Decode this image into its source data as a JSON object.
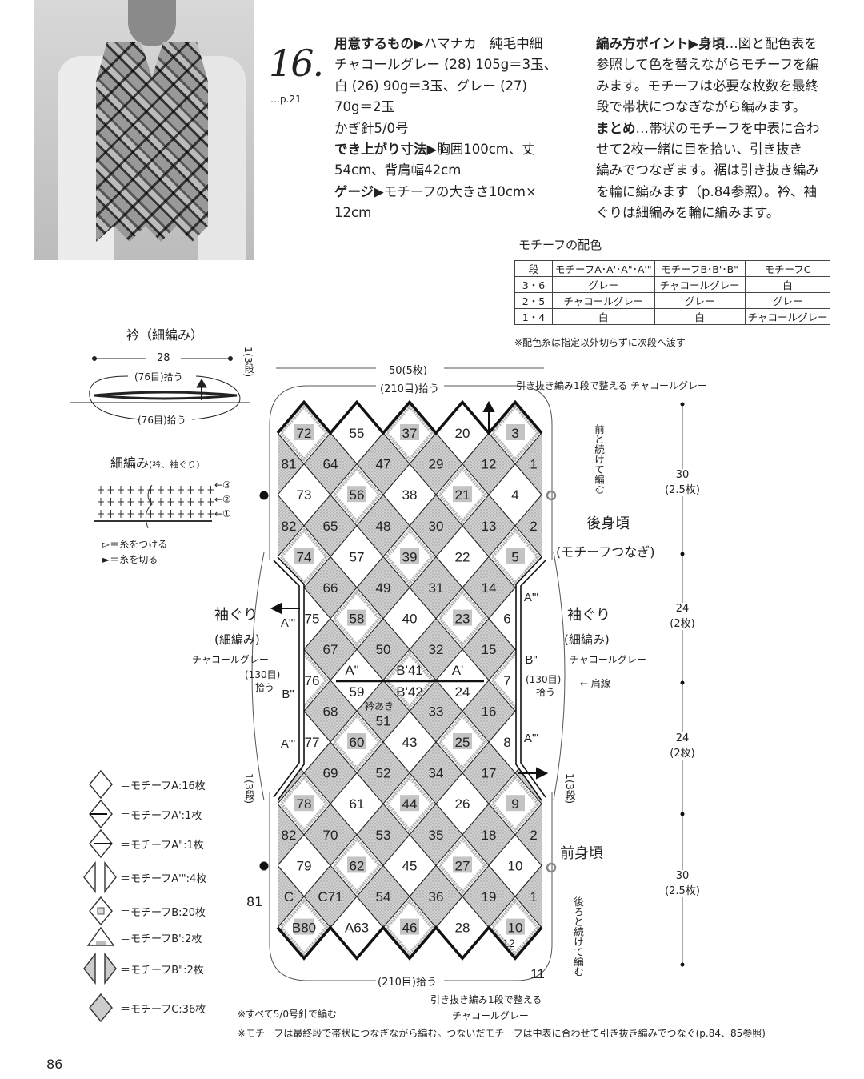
{
  "pattern": {
    "number": "16.",
    "page_ref": "…p.21",
    "materials": [
      {
        "bold": "用意するもの▶",
        "text": "ハマナカ　純毛中細"
      },
      {
        "bold": "",
        "text": "チャコールグレー (28) 105g＝3玉、"
      },
      {
        "bold": "",
        "text": "白 (26) 90g＝3玉、グレー (27)"
      },
      {
        "bold": "",
        "text": "70g＝2玉"
      },
      {
        "bold": "",
        "text": "かぎ針5/0号"
      },
      {
        "bold": "でき上がり寸法▶",
        "text": "胸囲100cm、丈"
      },
      {
        "bold": "",
        "text": "54cm、背肩幅42cm"
      },
      {
        "bold": "ゲージ▶",
        "text": "モチーフの大きさ10cm×"
      },
      {
        "bold": "",
        "text": "12cm"
      }
    ],
    "instructions": [
      {
        "bold": "編み方ポイント▶身頃",
        "text": "…図と配色表を"
      },
      {
        "bold": "",
        "text": "参照して色を替えながらモチーフを編"
      },
      {
        "bold": "",
        "text": "みます。モチーフは必要な枚数を最終"
      },
      {
        "bold": "",
        "text": "段で帯状につなぎながら編みます。"
      },
      {
        "bold": "まとめ",
        "text": "…帯状のモチーフを中表に合わ"
      },
      {
        "bold": "",
        "text": "せて2枚一緒に目を拾い、引き抜き"
      },
      {
        "bold": "",
        "text": "編みでつなぎます。裾は引き抜き編み"
      },
      {
        "bold": "",
        "text": "を輪に編みます（p.84参照）。衿、袖"
      },
      {
        "bold": "",
        "text": "ぐりは細編みを輪に編みます。"
      }
    ]
  },
  "color_table": {
    "title": "モチーフの配色",
    "headers": [
      "段",
      "モチーフA･A'･A\"･A'\"",
      "モチーフB･B'･B\"",
      "モチーフC"
    ],
    "rows": [
      [
        "3・6",
        "グレー",
        "チャコールグレー",
        "白"
      ],
      [
        "2・5",
        "チャコールグレー",
        "グレー",
        "グレー"
      ],
      [
        "1・4",
        "白",
        "白",
        "チャコールグレー"
      ]
    ],
    "note": "※配色糸は指定以外切らずに次段へ渡す"
  },
  "collar": {
    "title": "衿（細編み）",
    "width": "28",
    "pickup_top": "(76目)拾う",
    "pickup_bottom": "(76目)拾う",
    "rows_label": "1(3段)"
  },
  "stitch_chart": {
    "title": "細編み",
    "subtitle": "(衿、袖ぐり)",
    "row_labels": [
      "←③",
      "←②",
      "←①"
    ],
    "legend": [
      {
        "symbol": "▻",
        "text": "＝糸をつける"
      },
      {
        "symbol": "►",
        "text": "＝糸を切る"
      }
    ]
  },
  "diagram": {
    "width_label": "50(5枚)",
    "top_pickup": "(210目)拾う",
    "bottom_pickup": "(210目)拾う",
    "top_finish": "引き抜き編み1段で整える チャコールグレー",
    "bottom_finish": "引き抜き編み1段で整える",
    "bottom_finish_color": "チャコールグレー",
    "cont_front": "前と続けて編む",
    "cont_back": "後ろと続けて編む",
    "back_label": "後身頃",
    "back_sub": "(モチーフつなぎ)",
    "front_label": "前身頃",
    "armhole_left": {
      "title": "袖ぐり",
      "sub": "(細編み)",
      "color": "チャコールグレー",
      "pickup": "(130目)",
      "pickup2": "拾う"
    },
    "armhole_right": {
      "title": "袖ぐり",
      "sub": "(細編み)",
      "color": "チャコールグレー",
      "pickup": "(130目)",
      "pickup2": "拾う"
    },
    "shoulder_line": "肩線",
    "neck_opening": "衿あき",
    "step_label": "1(3段)",
    "left_81": "81",
    "side_marks": {
      "left": [
        "A'\"",
        "B\"",
        "A'\""
      ],
      "right": [
        "A'\"",
        "B\"",
        "A'\""
      ]
    },
    "neckline": {
      "upper": [
        "A\"",
        "B'41",
        "A'"
      ],
      "lower": [
        "59",
        "B'42",
        "24"
      ]
    },
    "extra_numbers": [
      "12",
      "11"
    ],
    "dimensions": [
      {
        "value": "30",
        "sub": "(2.5枚)"
      },
      {
        "value": "24",
        "sub": "(2枚)"
      },
      {
        "value": "24",
        "sub": "(2枚)"
      },
      {
        "value": "30",
        "sub": "(2.5枚)"
      }
    ],
    "rows": [
      {
        "kind": "full",
        "cells": [
          {
            "n": "72",
            "t": "B"
          },
          {
            "n": "55",
            "t": "A"
          },
          {
            "n": "37",
            "t": "B"
          },
          {
            "n": "20",
            "t": "A"
          },
          {
            "n": "3",
            "t": "B"
          }
        ]
      },
      {
        "kind": "half",
        "cells": [
          "81",
          "64",
          "47",
          "29",
          "12",
          "1"
        ]
      },
      {
        "kind": "full",
        "cells": [
          {
            "n": "73",
            "t": "A"
          },
          {
            "n": "56",
            "t": "B"
          },
          {
            "n": "38",
            "t": "A"
          },
          {
            "n": "21",
            "t": "B"
          },
          {
            "n": "4",
            "t": "A"
          }
        ]
      },
      {
        "kind": "half",
        "cells": [
          "82",
          "65",
          "48",
          "30",
          "13",
          "2"
        ]
      },
      {
        "kind": "full",
        "cells": [
          {
            "n": "74",
            "t": "B"
          },
          {
            "n": "57",
            "t": "A"
          },
          {
            "n": "39",
            "t": "B"
          },
          {
            "n": "22",
            "t": "A"
          },
          {
            "n": "5",
            "t": "B"
          }
        ]
      },
      {
        "kind": "half",
        "cells": [
          null,
          "66",
          "49",
          "31",
          "14",
          null
        ]
      },
      {
        "kind": "full",
        "cells": [
          {
            "n": "75",
            "t": "A"
          },
          {
            "n": "58",
            "t": "B"
          },
          {
            "n": "40",
            "t": "A"
          },
          {
            "n": "23",
            "t": "B"
          },
          {
            "n": "6",
            "t": "A"
          }
        ]
      },
      {
        "kind": "half",
        "cells": [
          null,
          "67",
          "50",
          "32",
          "15",
          null
        ]
      },
      {
        "kind": "full",
        "cells": [
          {
            "n": "76",
            "t": "B"
          },
          {
            "n": "",
            "t": "A"
          },
          {
            "n": "",
            "t": "B"
          },
          {
            "n": "",
            "t": "A"
          },
          {
            "n": "7",
            "t": "B"
          }
        ]
      },
      {
        "kind": "half",
        "cells": [
          null,
          "68",
          "51",
          "33",
          "16",
          null
        ]
      },
      {
        "kind": "full",
        "cells": [
          {
            "n": "77",
            "t": "A"
          },
          {
            "n": "60",
            "t": "B"
          },
          {
            "n": "43",
            "t": "A"
          },
          {
            "n": "25",
            "t": "B"
          },
          {
            "n": "8",
            "t": "A"
          }
        ]
      },
      {
        "kind": "half",
        "cells": [
          null,
          "69",
          "52",
          "34",
          "17",
          null
        ]
      },
      {
        "kind": "full",
        "cells": [
          {
            "n": "78",
            "t": "B"
          },
          {
            "n": "61",
            "t": "A"
          },
          {
            "n": "44",
            "t": "B"
          },
          {
            "n": "26",
            "t": "A"
          },
          {
            "n": "9",
            "t": "B"
          }
        ]
      },
      {
        "kind": "half",
        "cells": [
          "82",
          "70",
          "53",
          "35",
          "18",
          "2"
        ]
      },
      {
        "kind": "full",
        "cells": [
          {
            "n": "79",
            "t": "A"
          },
          {
            "n": "62",
            "t": "B"
          },
          {
            "n": "45",
            "t": "A"
          },
          {
            "n": "27",
            "t": "B"
          },
          {
            "n": "10",
            "t": "A"
          }
        ]
      },
      {
        "kind": "half",
        "cells": [
          "C",
          "C71",
          "54",
          "36",
          "19",
          "1"
        ]
      },
      {
        "kind": "full",
        "cells": [
          {
            "n": "B80",
            "t": "B"
          },
          {
            "n": "A63",
            "t": "A"
          },
          {
            "n": "46",
            "t": "B"
          },
          {
            "n": "28",
            "t": "A"
          },
          {
            "n": "10",
            "t": "B"
          }
        ]
      }
    ],
    "colors": {
      "motif_c": "#c9c9c9",
      "motif_b_ring": "#b5b5b5",
      "line": "#222222"
    }
  },
  "motif_legend": [
    {
      "icon": "diamond-icon",
      "text": "＝モチーフA:16枚"
    },
    {
      "icon": "diamond-hline-upper-icon",
      "text": "＝モチーフA':1枚"
    },
    {
      "icon": "diamond-hline-lower-icon",
      "text": "＝モチーフA\":1枚"
    },
    {
      "icon": "half-diamonds-icon",
      "text": "＝モチーフA'\":4枚"
    },
    {
      "icon": "diamond-square-icon",
      "text": "＝モチーフB:20枚"
    },
    {
      "icon": "triangle-icon",
      "text": "＝モチーフB':2枚"
    },
    {
      "icon": "half-diamonds-shaded-icon",
      "text": "＝モチーフB\":2枚"
    },
    {
      "icon": "diamond-shaded-icon",
      "text": "＝モチーフC:36枚"
    }
  ],
  "notes": [
    "※すべて5/0号針で編む",
    "※モチーフは最終段で帯状につなぎながら編む。つないだモチーフは中表に合わせて引き抜き編みでつなぐ(p.84、85参照)"
  ],
  "page_number": "86"
}
